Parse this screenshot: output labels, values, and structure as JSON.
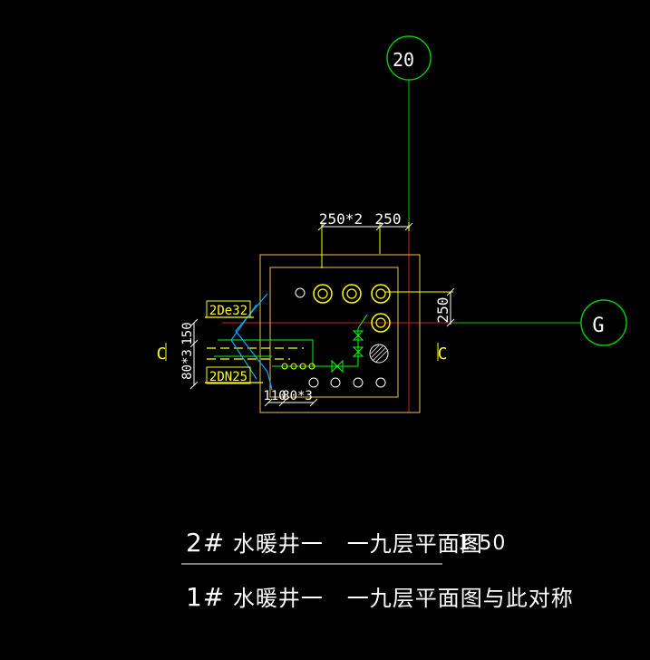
{
  "grid": {
    "axis_vertical": "20",
    "axis_horizontal": "G"
  },
  "dimensions": {
    "top_left": "250*2",
    "top_right": "250",
    "right": "250",
    "left_150": "150",
    "left_80x3": "80*3",
    "bottom_110": "110",
    "bottom_80x3": "80*3"
  },
  "pipe_labels": {
    "upper": "2De32",
    "lower": "2DN25"
  },
  "section_marks": {
    "left": "C",
    "right": "C"
  },
  "titles": {
    "line1_prefix": "2#",
    "line1_text": "水暖井一   一九层平面图",
    "scale": "1:50",
    "line2_prefix": "1#",
    "line2_text": "水暖井一   一九层平面图与此对称"
  },
  "colors": {
    "background": "#000000",
    "wall": "#c8a040",
    "axis": "#00c800",
    "dimension": "#ffffff",
    "pipe_yellow": "#ffff00",
    "pipe_green": "#00ff00",
    "pipe_cyan": "#00aaff",
    "axis_red": "#cc2020"
  }
}
